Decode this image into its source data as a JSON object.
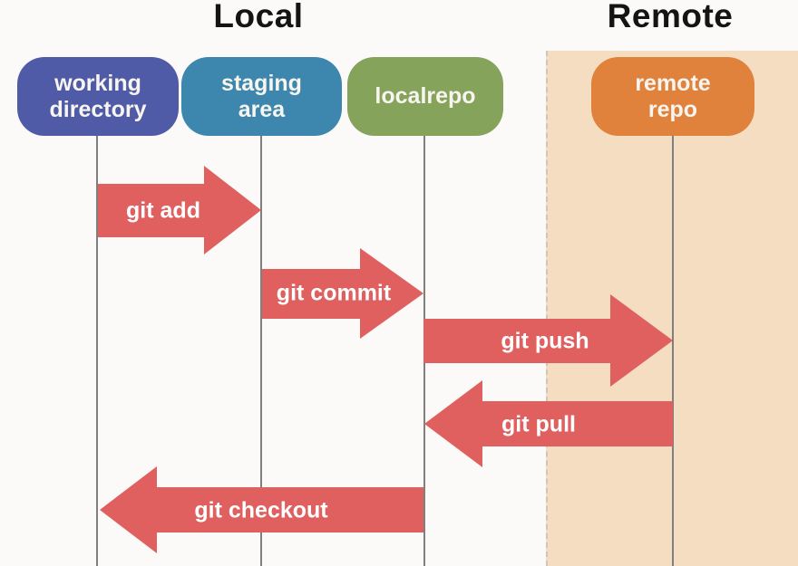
{
  "titles": {
    "local": "Local",
    "remote": "Remote"
  },
  "nodes": {
    "working": {
      "label": "working\ndirectory"
    },
    "staging": {
      "label": "staging\narea"
    },
    "localrepo": {
      "label": "localrepo"
    },
    "remote": {
      "label": "remote\nrepo"
    }
  },
  "arrows": {
    "add": {
      "label": "git add",
      "from": "working directory",
      "to": "staging area",
      "direction": "right"
    },
    "commit": {
      "label": "git commit",
      "from": "staging area",
      "to": "localrepo",
      "direction": "right"
    },
    "push": {
      "label": "git push",
      "from": "localrepo",
      "to": "remote repo",
      "direction": "right"
    },
    "pull": {
      "label": "git pull",
      "from": "remote repo",
      "to": "localrepo",
      "direction": "left"
    },
    "checkout": {
      "label": "git checkout",
      "from": "localrepo",
      "to": "working directory",
      "direction": "left"
    }
  },
  "colors": {
    "working_directory_box": "#4f5ba6",
    "staging_area_box": "#3d87ae",
    "local_repo_box": "#85a35a",
    "remote_repo_box": "#e0823c",
    "arrow": "#e06060",
    "remote_region_background": "#f5ddc2",
    "page_background": "#fbfaf8",
    "lifeline": "#7f7f7f",
    "title_text": "#141414",
    "label_text": "#ffffff"
  }
}
